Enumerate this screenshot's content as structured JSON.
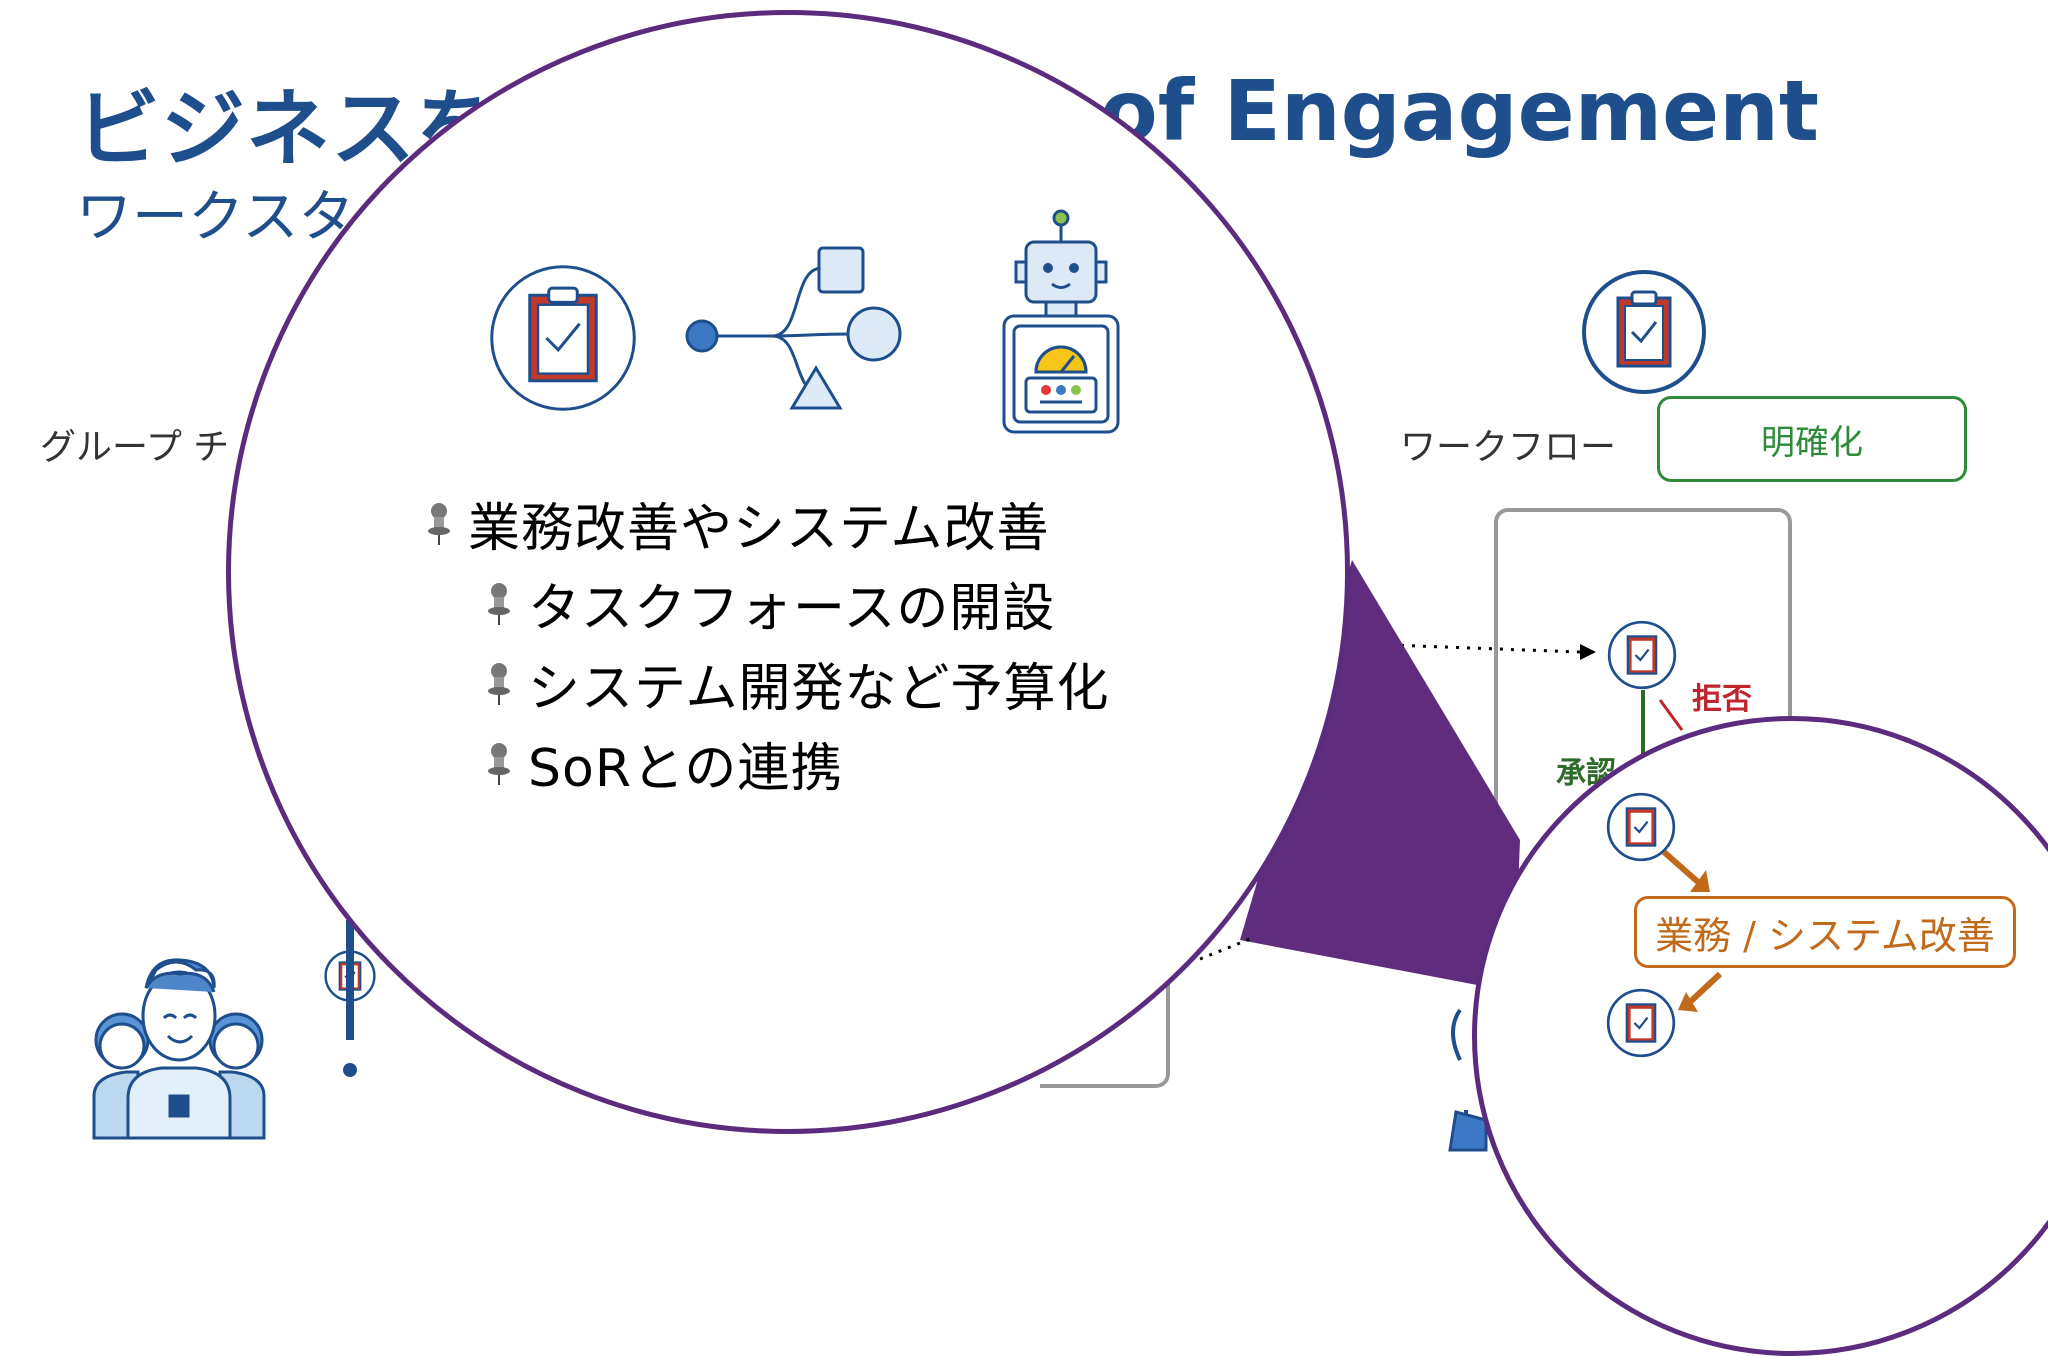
{
  "slide": {
    "title_left": "ビジネスを化",
    "title_right": "of Engagement",
    "subtitle": "ワークスタ",
    "label_left": "グループ チ",
    "label_workflow": "ワークフロー",
    "clarify_button": "明確化"
  },
  "flow": {
    "reject_label": "拒否",
    "approve_label": "承認"
  },
  "zoom_main": {
    "icons": [
      "clipboard-check-icon",
      "workflow-branch-icon",
      "robot-icon"
    ],
    "bullets": [
      {
        "text": "業務改善やシステム改善",
        "level": 1
      },
      {
        "text": "タスクフォースの開設",
        "level": 2
      },
      {
        "text": "システム開発など予算化",
        "level": 2
      },
      {
        "text": "SoRとの連携",
        "level": 2
      }
    ]
  },
  "zoom_small": {
    "improve_box": "業務 / システム改善"
  },
  "colors": {
    "title": "#1f4e8c",
    "lens_border": "#5b2b7e",
    "wedge": "#5f2c7e",
    "clarify": "#2e8b3a",
    "improve": "#c26a1c",
    "reject": "#c0242c"
  }
}
